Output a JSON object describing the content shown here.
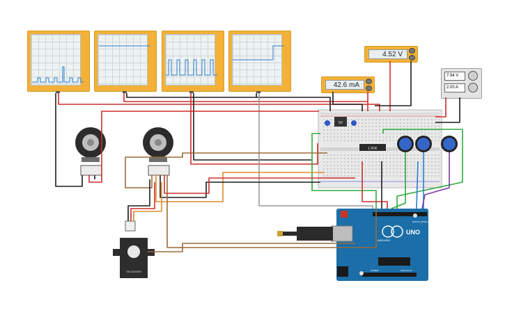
{
  "oscilloscopes": [
    {
      "name": "oscilloscope-1",
      "signal": "pulse-train"
    },
    {
      "name": "oscilloscope-2",
      "signal": "flat-high"
    },
    {
      "name": "oscilloscope-3",
      "signal": "square-wave"
    },
    {
      "name": "oscilloscope-4",
      "signal": "step"
    }
  ],
  "meters": {
    "current": "42.6 mA",
    "voltage": "4.52 V"
  },
  "power_supply": {
    "voltage": "7.94 V",
    "current": "2.00 A"
  },
  "ic_label": "L7FR",
  "arduino": {
    "brand": "UNO",
    "logo_text": "ARDUINO",
    "header_digital": "DIGITAL (PWM~)",
    "header_power": "POWER",
    "header_analog": "ANALOG IN"
  },
  "servo": {
    "label": "SM-S2309S"
  },
  "regulator_label": "5V",
  "colors": {
    "wire_red": "#d12b2b",
    "wire_black": "#1c1c1c",
    "wire_green": "#2faa3a",
    "wire_brown": "#9a6a3a",
    "wire_orange": "#e08a2a",
    "wire_gray": "#9a9a9a",
    "wire_blue": "#2b7fd1",
    "wire_purple": "#7a3aa0",
    "arduino_blue": "#1b6ea8",
    "instrument_orange": "#f3b13a"
  },
  "icons": [
    "oscilloscope-icon",
    "multimeter-icon",
    "power-supply-icon",
    "breadboard-icon",
    "potentiometer-icon",
    "rotary-encoder-icon",
    "servo-icon",
    "arduino-board-icon",
    "usb-cable-icon"
  ]
}
